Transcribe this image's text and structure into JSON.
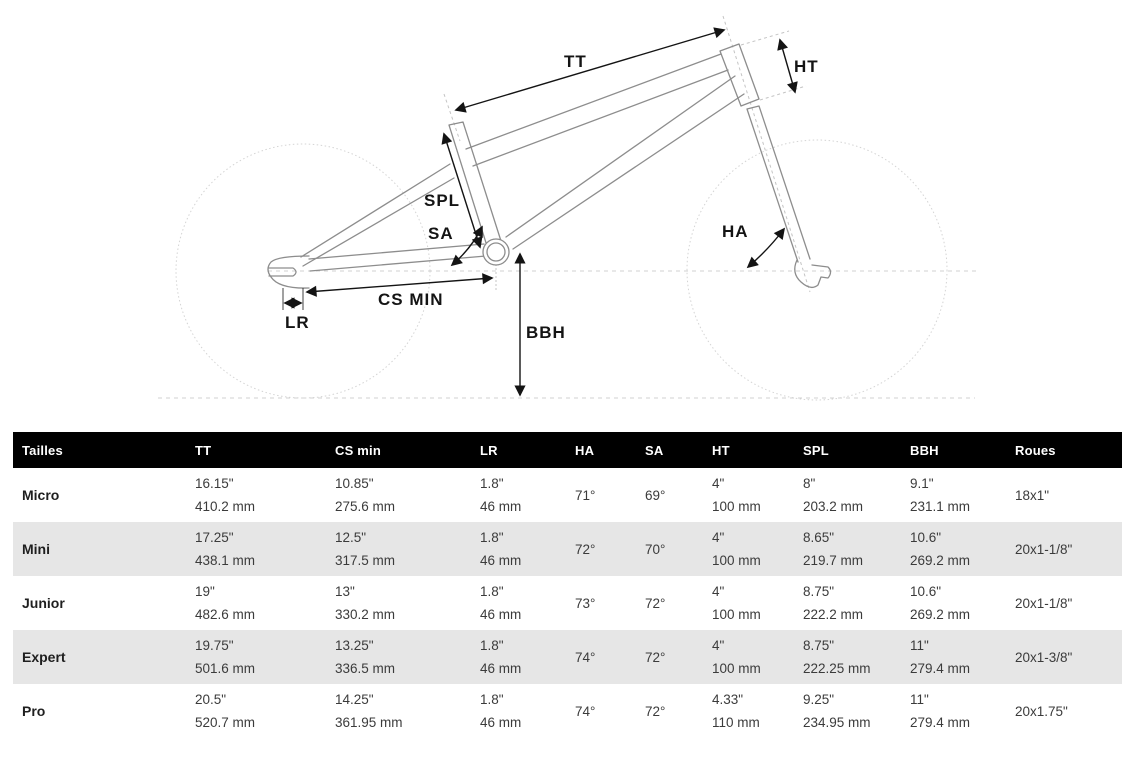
{
  "diagram": {
    "labels": {
      "tt": "TT",
      "ht": "HT",
      "spl": "SPL",
      "sa": "SA",
      "ha": "HA",
      "cs_min": "CS MIN",
      "lr": "LR",
      "bbh": "BBH"
    }
  },
  "colors": {
    "header_bg": "#000000",
    "header_text": "#ffffff",
    "row_alt_bg": "#e6e6e6",
    "cell_text": "#3b3b3b",
    "row_label_text": "#1f1f1f",
    "frame_line": "#8d8d8d",
    "wheel_line": "#d4d4d4",
    "dimension_line": "#141414"
  },
  "table": {
    "columns": [
      "Tailles",
      "TT",
      "CS min",
      "LR",
      "HA",
      "SA",
      "HT",
      "SPL",
      "BBH",
      "Roues"
    ],
    "rows": [
      {
        "name": "Micro",
        "tt": [
          "16.15\"",
          "410.2 mm"
        ],
        "cs": [
          "10.85\"",
          "275.6 mm"
        ],
        "lr": [
          "1.8\"",
          "46 mm"
        ],
        "ha": "71°",
        "sa": "69°",
        "ht": [
          "4\"",
          "100 mm"
        ],
        "spl": [
          "8\"",
          "203.2 mm"
        ],
        "bbh": [
          "9.1\"",
          "231.1 mm"
        ],
        "roues": "18x1\""
      },
      {
        "name": "Mini",
        "tt": [
          "17.25\"",
          "438.1 mm"
        ],
        "cs": [
          "12.5\"",
          "317.5 mm"
        ],
        "lr": [
          "1.8\"",
          "46 mm"
        ],
        "ha": "72°",
        "sa": "70°",
        "ht": [
          "4\"",
          "100 mm"
        ],
        "spl": [
          "8.65\"",
          "219.7 mm"
        ],
        "bbh": [
          "10.6\"",
          "269.2 mm"
        ],
        "roues": "20x1-1/8\""
      },
      {
        "name": "Junior",
        "tt": [
          "19\"",
          "482.6 mm"
        ],
        "cs": [
          "13\"",
          "330.2 mm"
        ],
        "lr": [
          "1.8\"",
          "46 mm"
        ],
        "ha": "73°",
        "sa": "72°",
        "ht": [
          "4\"",
          "100 mm"
        ],
        "spl": [
          "8.75\"",
          "222.2 mm"
        ],
        "bbh": [
          "10.6\"",
          "269.2 mm"
        ],
        "roues": "20x1-1/8\""
      },
      {
        "name": "Expert",
        "tt": [
          "19.75\"",
          "501.6 mm"
        ],
        "cs": [
          "13.25\"",
          "336.5 mm"
        ],
        "lr": [
          "1.8\"",
          "46 mm"
        ],
        "ha": "74°",
        "sa": "72°",
        "ht": [
          "4\"",
          "100 mm"
        ],
        "spl": [
          "8.75\"",
          "222.25 mm"
        ],
        "bbh": [
          "11\"",
          "279.4 mm"
        ],
        "roues": "20x1-3/8\""
      },
      {
        "name": "Pro",
        "tt": [
          "20.5\"",
          "520.7 mm"
        ],
        "cs": [
          "14.25\"",
          "361.95 mm"
        ],
        "lr": [
          "1.8\"",
          "46 mm"
        ],
        "ha": "74°",
        "sa": "72°",
        "ht": [
          "4.33\"",
          "110 mm"
        ],
        "spl": [
          "9.25\"",
          "234.95 mm"
        ],
        "bbh": [
          "11\"",
          "279.4 mm"
        ],
        "roues": "20x1.75\""
      }
    ]
  }
}
